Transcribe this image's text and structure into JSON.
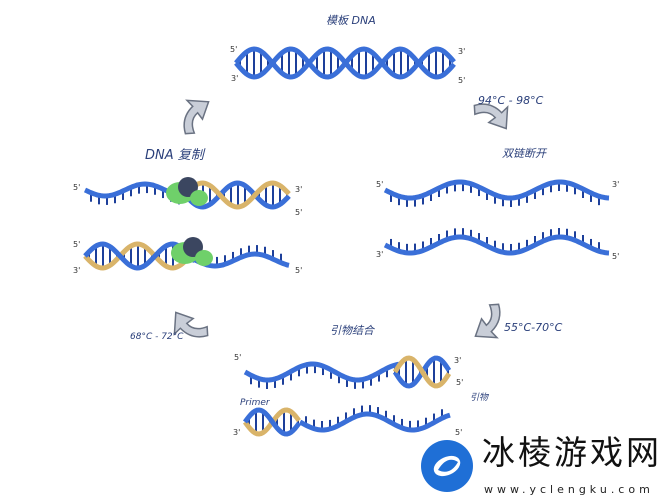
{
  "labels": {
    "template": "模板 DNA",
    "denature_temp": "94°C - 98°C",
    "denature": "双链断开",
    "anneal_temp": "55°C-70°C",
    "anneal": "引物结合",
    "primer_cn": "引物",
    "primer_en": "Primer",
    "extend_temp": "68°C - 72°C",
    "replicate": "DNA 复制"
  },
  "ends": {
    "five": "5'",
    "three": "3'"
  },
  "colors": {
    "strand": "#3a6fd8",
    "strand_dark": "#1d3f9a",
    "primer": "#d9b46a",
    "polymerase": "#6fd06a",
    "arrow": "#9aa3b3"
  },
  "watermark": {
    "title": "冰棱游戏网",
    "url": "www.yclengku.com"
  }
}
